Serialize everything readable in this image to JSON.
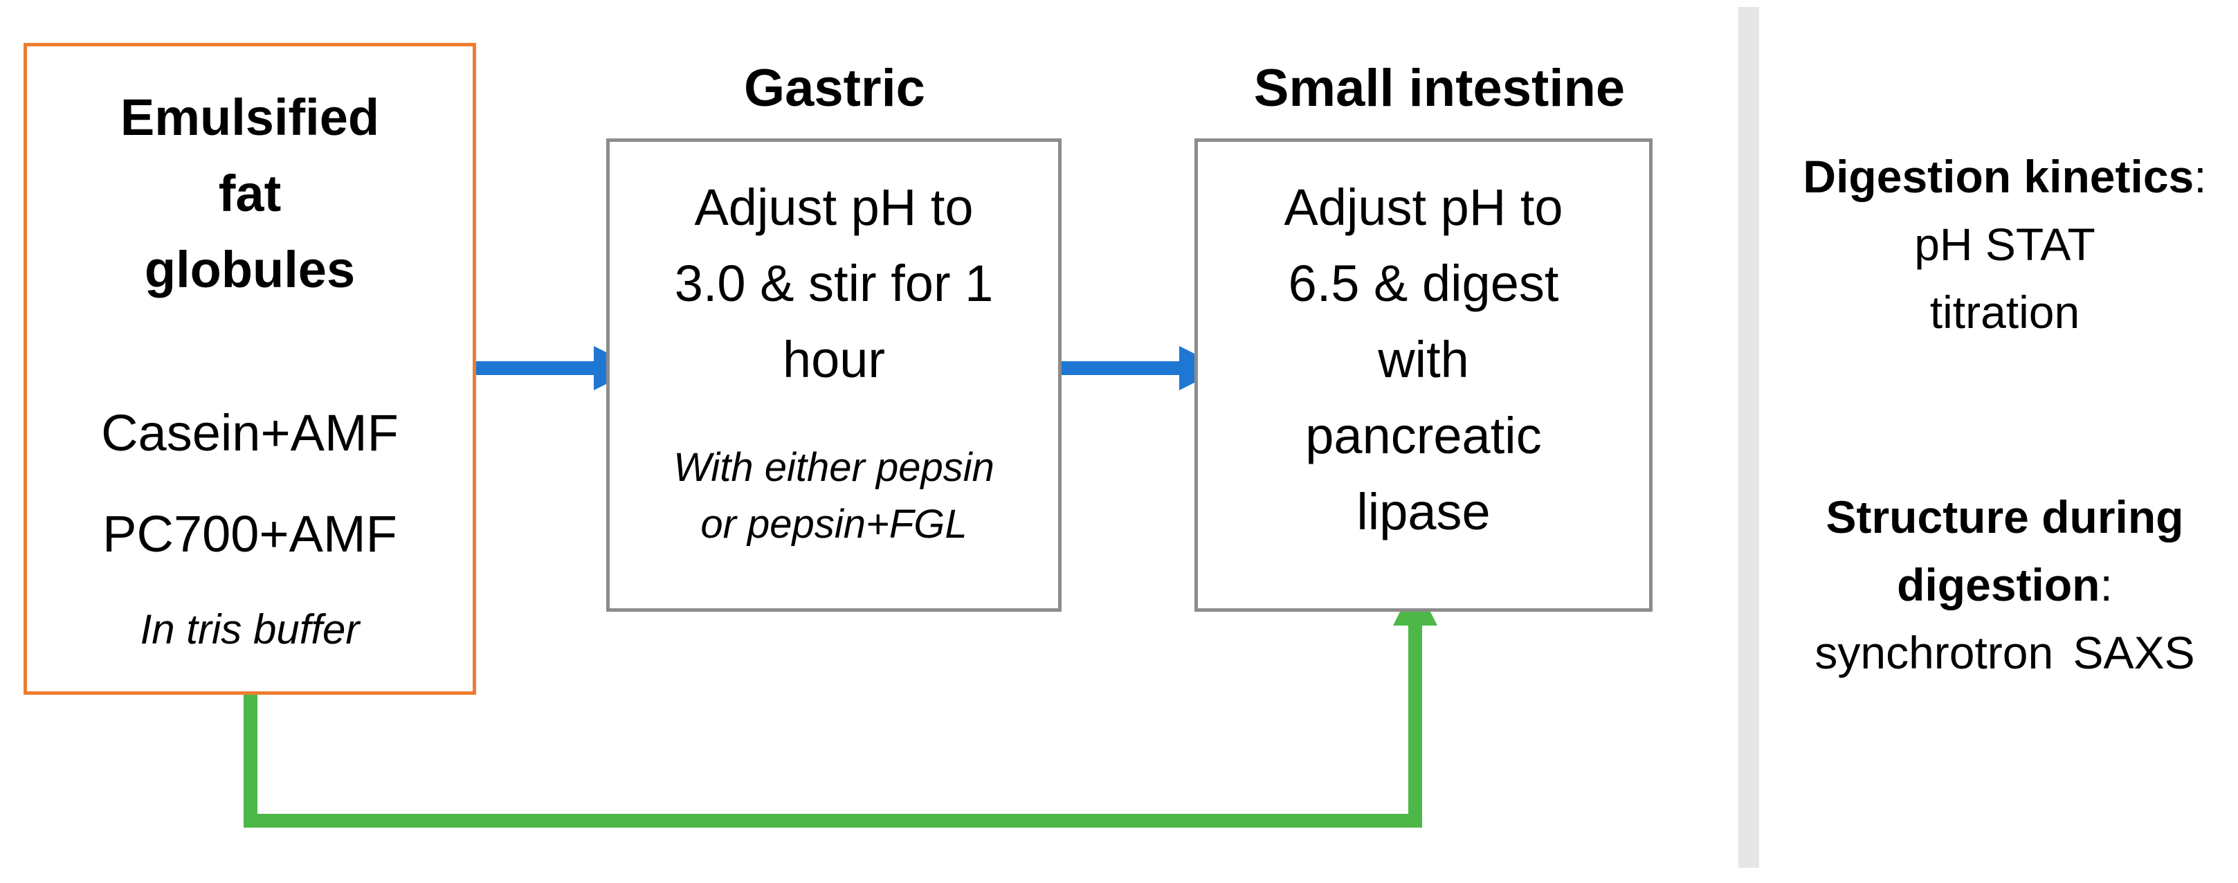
{
  "colors": {
    "source_border": "#ED7D31",
    "stage_border": "#8C8C8C",
    "flow_arrow": "#1F77D4",
    "bypass_arrow": "#4DB848",
    "divider": "#E6E6E6",
    "text": "#000000"
  },
  "source": {
    "title_lines": [
      "Emulsified",
      "fat",
      "globules"
    ],
    "samples": [
      "Casein+AMF",
      "PC700+AMF"
    ],
    "note": "In tris buffer"
  },
  "gastric": {
    "heading": "Gastric",
    "body_lines": [
      "Adjust pH to",
      "3.0 & stir for 1",
      "hour"
    ],
    "note_lines": [
      "With either pepsin",
      "or pepsin+FGL"
    ]
  },
  "intestine": {
    "heading": "Small intestine",
    "body_lines": [
      "Adjust pH to",
      "6.5 & digest",
      "with",
      "pancreatic",
      "lipase"
    ]
  },
  "measurements": {
    "kinetics_label": "Digestion kinetics",
    "kinetics_colon": ":",
    "kinetics_lines": [
      "pH STAT",
      "titration"
    ],
    "structure_label_lines": [
      "Structure during",
      "digestion"
    ],
    "structure_colon": ":",
    "structure_method": "synchrotron SAXS"
  }
}
